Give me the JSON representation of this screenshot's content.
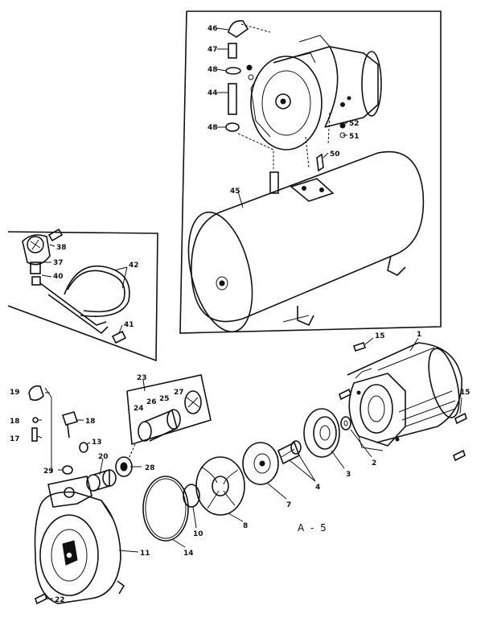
{
  "figure_label": "A - 5",
  "callouts": [
    {
      "id": "46a",
      "text": "46"
    },
    {
      "id": "47",
      "text": "47"
    },
    {
      "id": "48a",
      "text": "48"
    },
    {
      "id": "44",
      "text": "44"
    },
    {
      "id": "48b",
      "text": "48"
    },
    {
      "id": "52",
      "text": "52"
    },
    {
      "id": "51",
      "text": "51"
    },
    {
      "id": "50",
      "text": "50"
    },
    {
      "id": "45",
      "text": "45"
    },
    {
      "id": "38",
      "text": "38"
    },
    {
      "id": "37",
      "text": "37"
    },
    {
      "id": "40",
      "text": "40"
    },
    {
      "id": "42",
      "text": "42"
    },
    {
      "id": "41",
      "text": "41"
    },
    {
      "id": "15a",
      "text": "15"
    },
    {
      "id": "1",
      "text": "1"
    },
    {
      "id": "15b",
      "text": "15"
    },
    {
      "id": "23",
      "text": "23"
    },
    {
      "id": "24",
      "text": "24"
    },
    {
      "id": "26",
      "text": "26"
    },
    {
      "id": "25",
      "text": "25"
    },
    {
      "id": "27",
      "text": "27"
    },
    {
      "id": "19",
      "text": "19"
    },
    {
      "id": "18a",
      "text": "18"
    },
    {
      "id": "18b",
      "text": "18"
    },
    {
      "id": "17",
      "text": "17"
    },
    {
      "id": "13",
      "text": "13"
    },
    {
      "id": "29",
      "text": "29"
    },
    {
      "id": "20",
      "text": "20"
    },
    {
      "id": "28",
      "text": "28"
    },
    {
      "id": "2",
      "text": "2"
    },
    {
      "id": "3",
      "text": "3"
    },
    {
      "id": "4",
      "text": "4"
    },
    {
      "id": "7",
      "text": "7"
    },
    {
      "id": "8",
      "text": "8"
    },
    {
      "id": "10",
      "text": "10"
    },
    {
      "id": "14",
      "text": "14"
    },
    {
      "id": "11",
      "text": "11"
    },
    {
      "id": "22",
      "text": "22"
    }
  ]
}
